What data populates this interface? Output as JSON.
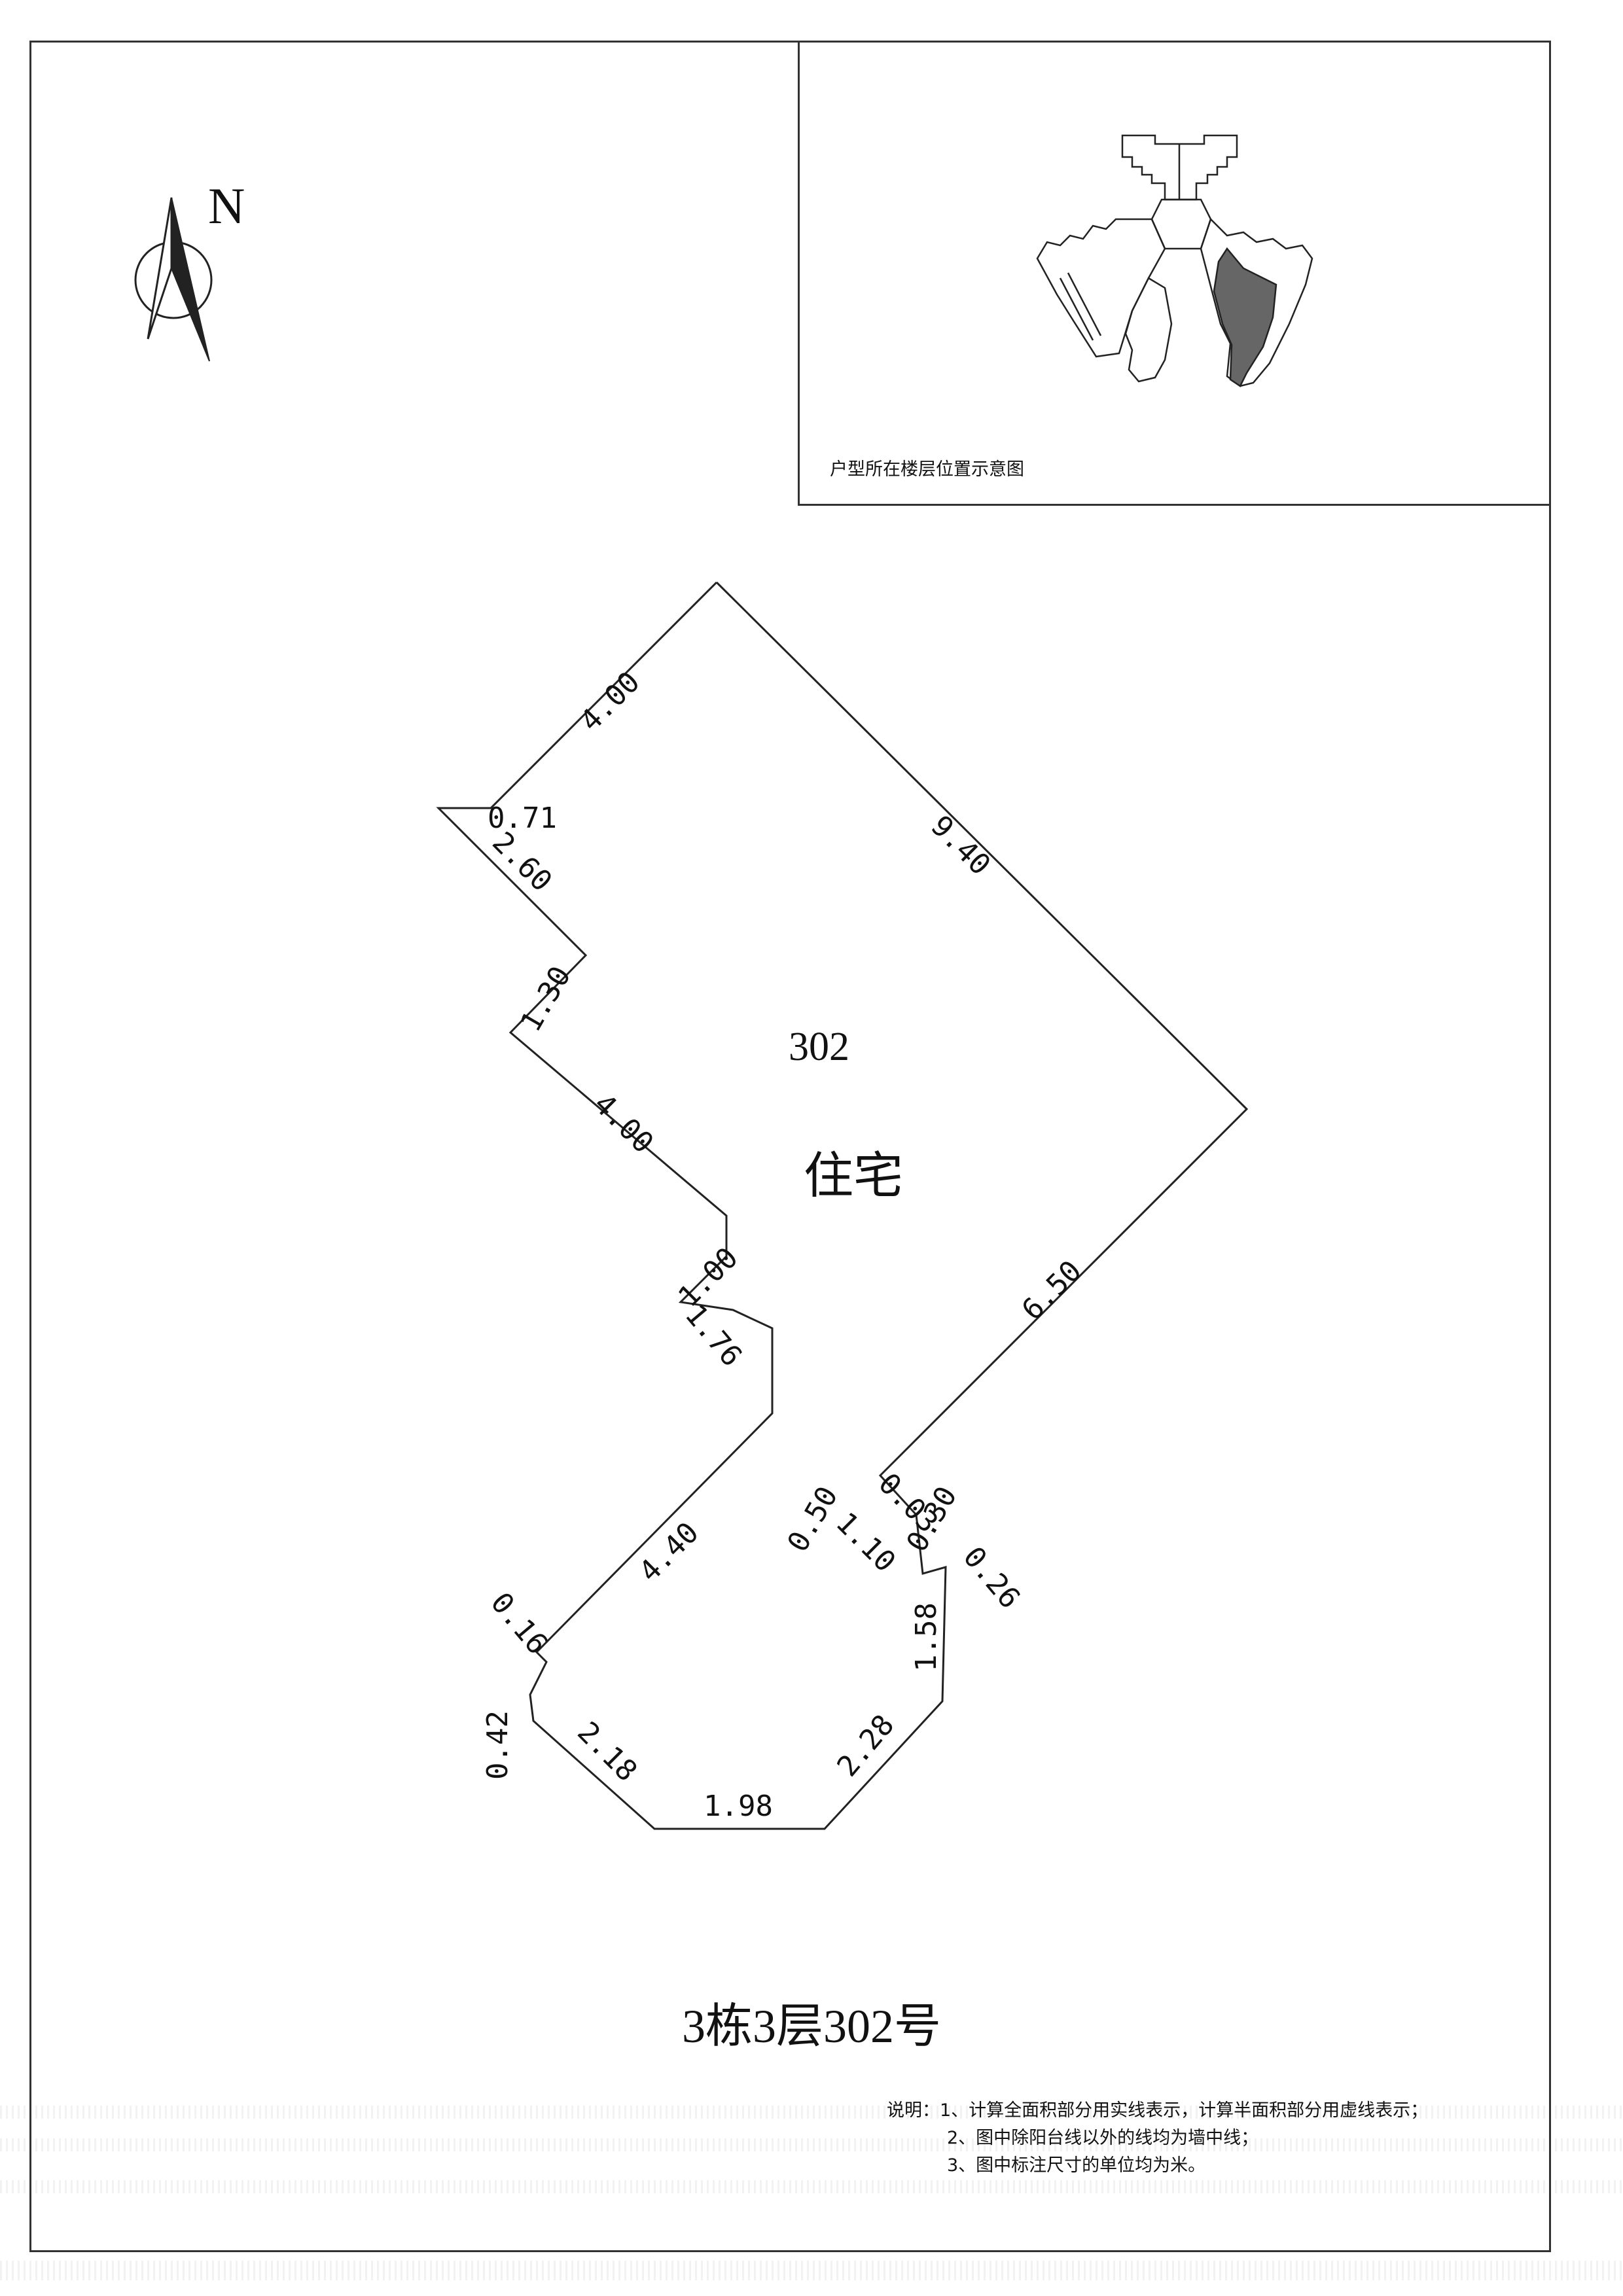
{
  "north": {
    "label": "N",
    "icon": "north-arrow-icon"
  },
  "key_plan": {
    "caption": "户型所在楼层位置示意图",
    "icon": "building-key-plan-icon",
    "highlight_color": "#666666"
  },
  "unit": {
    "number": "302",
    "use": "住宅"
  },
  "dimensions": {
    "top_left": "4.00",
    "stub_top": "0.71",
    "left_upper": "2.60",
    "step_1": "1.30",
    "left_middle": "4.00",
    "step_2": "1.00",
    "step_3": "1.76",
    "right_upper": "9.40",
    "right_lower": "6.50",
    "left_lower": "4.40",
    "corner_small": "0.16",
    "bottom_left_side": "0.42",
    "bottom_left_diag": "2.18",
    "bottom": "1.98",
    "bottom_right_diag": "2.28",
    "right_side": "1.58",
    "notch_a": "0.50",
    "notch_b": "1.10",
    "notch_c": "0.03",
    "notch_d": "0.30",
    "notch_e": "0.26"
  },
  "title": "3栋3层302号",
  "notes": [
    "说明：1、计算全面积部分用实线表示，计算半面积部分用虚线表示；",
    "2、图中除阳台线以外的线均为墙中线；",
    "3、图中标注尺寸的单位均为米。"
  ]
}
